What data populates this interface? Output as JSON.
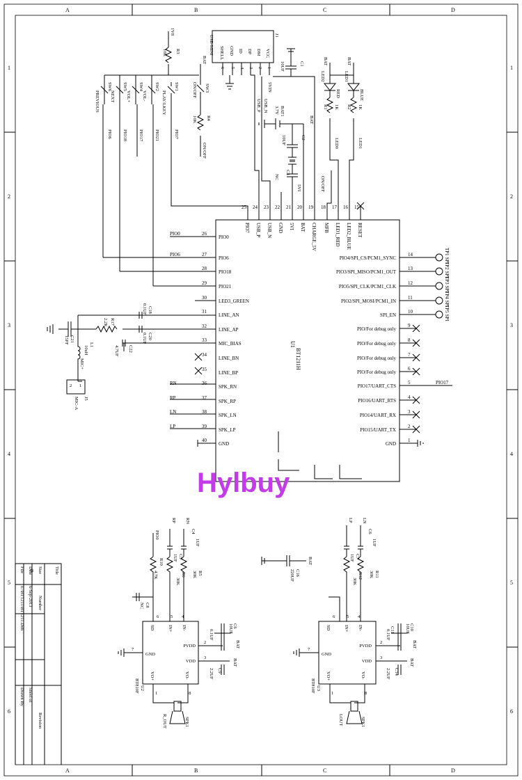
{
  "border": {
    "cols": [
      "A",
      "B",
      "C",
      "D"
    ],
    "rows": [
      "1",
      "2",
      "3",
      "4",
      "5",
      "6"
    ]
  },
  "chip": {
    "name": "BT1211H",
    "ref": "U1",
    "top_pins": [
      {
        "num": "25",
        "label": "PIO7"
      },
      {
        "num": "24",
        "label": "USB_P"
      },
      {
        "num": "23",
        "label": "USB_N"
      },
      {
        "num": "22",
        "label": "GND"
      },
      {
        "num": "21",
        "label": "5VI"
      },
      {
        "num": "20",
        "label": "BAT"
      },
      {
        "num": "19",
        "label": "CHARGE_5V"
      },
      {
        "num": "18",
        "label": "MFB"
      },
      {
        "num": "17",
        "label": "LED1_RED"
      },
      {
        "num": "16",
        "label": "LED2_BLUE"
      },
      {
        "num": "15",
        "label": "RESET"
      }
    ],
    "left_pins": [
      {
        "num": "26",
        "label": "PIO0",
        "net": "PIO0"
      },
      {
        "num": "27",
        "label": "PIO6",
        "net": "PIO6"
      },
      {
        "num": "28",
        "label": "PIO18",
        "net": ""
      },
      {
        "num": "29",
        "label": "PIO21",
        "net": ""
      },
      {
        "num": "30",
        "label": "LED3_GREEN",
        "net": ""
      },
      {
        "num": "31",
        "label": "LINE_AN",
        "net": ""
      },
      {
        "num": "32",
        "label": "LINE_AP",
        "net": ""
      },
      {
        "num": "33",
        "label": "MIC_BIAS",
        "net": ""
      },
      {
        "num": "34",
        "label": "LINE_BN",
        "net": ""
      },
      {
        "num": "35",
        "label": "LINE_BP",
        "net": ""
      },
      {
        "num": "36",
        "label": "SPK_RN",
        "net": "RN"
      },
      {
        "num": "37",
        "label": "SPK_RP",
        "net": "RP"
      },
      {
        "num": "38",
        "label": "SPK_LN",
        "net": "LN"
      },
      {
        "num": "39",
        "label": "SPK_LP",
        "net": "LP"
      },
      {
        "num": "40",
        "label": "GND",
        "net": ""
      }
    ],
    "right_pins": [
      {
        "num": "14",
        "label": "PIO4/SPI_CS/PCM1_SYNC",
        "tp": "TP1 SPI"
      },
      {
        "num": "13",
        "label": "PIO3/SPI_MISO/PCM1_OUT",
        "tp": "TP2 SPI"
      },
      {
        "num": "12",
        "label": "PIO5/SPI_CLK/PCM1_CLK",
        "tp": "TP3 SPI"
      },
      {
        "num": "11",
        "label": "PIO2/SPI_MOSI/PCM1_IN",
        "tp": "TP4 SPI"
      },
      {
        "num": "10",
        "label": "SPI_EN",
        "tp": "TP5 SPI"
      },
      {
        "num": "9",
        "label": "PIO/For debug only",
        "tp": ""
      },
      {
        "num": "8",
        "label": "PIO/For debug only",
        "tp": ""
      },
      {
        "num": "7",
        "label": "PIO/For debug only",
        "tp": ""
      },
      {
        "num": "6",
        "label": "PIO/For debug only",
        "tp": ""
      },
      {
        "num": "5",
        "label": "PIO17/UART_CTS",
        "tp": "PIO17"
      },
      {
        "num": "4",
        "label": "PIO16/UART_RTS",
        "tp": ""
      },
      {
        "num": "3",
        "label": "PIO14/UART_RX",
        "tp": ""
      },
      {
        "num": "2",
        "label": "PIO15/UART_TX",
        "tp": ""
      },
      {
        "num": "1",
        "label": "GND",
        "tp": ""
      }
    ]
  },
  "top": {
    "usb": {
      "ref": "J1",
      "name": "USB-MINI",
      "pins": [
        "VCC",
        "DM",
        "DP",
        "ID",
        "GND",
        "SHELL"
      ],
      "nums": [
        "1",
        "2",
        "3",
        "4",
        "5",
        "6"
      ]
    },
    "cap_c1": {
      "ref": "C1",
      "val": "10UF"
    },
    "v18": "1V8",
    "bat": "BAT",
    "r3": {
      "ref": "R3",
      "val": "10K"
    },
    "r4": {
      "ref": "R4",
      "val": "10K"
    },
    "switches": [
      {
        "ref": "SW6",
        "label": "PREVIOUS",
        "net": "PIO6"
      },
      {
        "ref": "SW5",
        "label": "NEXT",
        "net": "PIO18"
      },
      {
        "ref": "SW4",
        "label": "VOL+",
        "net": "PIO17"
      },
      {
        "ref": "SW2",
        "label": "VOL-",
        "net": "PIO21"
      },
      {
        "ref": "SW1",
        "label": "PLAY/LKEY",
        "net": "PIO7"
      },
      {
        "ref": "SW3",
        "label": "ON/OFF",
        "net": "ON/OFF"
      }
    ],
    "net_5vin": "5VIN",
    "usb_n": "USB_N",
    "usb_p": "USB_P",
    "bat1": {
      "ref": "BAT1",
      "val": "3.7V"
    },
    "c2": {
      "ref": "C2",
      "val": "10UF"
    },
    "c3": {
      "ref": "C3",
      "val": "NC"
    },
    "net_5vi": "5VI",
    "on_off": "ON/OFF",
    "leds": [
      {
        "ref": "LED2",
        "color": "RED",
        "r": "R1",
        "rval": "1K",
        "net": "LED0"
      },
      {
        "ref": "LED1",
        "color": "BLUE",
        "r": "R2",
        "rval": "1K",
        "net": "LED1"
      }
    ]
  },
  "mic": {
    "c18": {
      "ref": "C18",
      "val": "0.1UF"
    },
    "r17": {
      "ref": "R17",
      "val": "2.2K"
    },
    "c20": {
      "ref": "C20",
      "val": "0.1UF"
    },
    "c22": {
      "ref": "C22",
      "val": "4.7UF"
    },
    "c21": {
      "ref": "C21",
      "val": "15PF"
    },
    "l1": {
      "ref": "L1",
      "val": "10uH"
    },
    "j5": {
      "ref": "J5",
      "name": "MIC-A",
      "net": "MIC+"
    }
  },
  "amp_left": {
    "ref": "U2",
    "name": "BT810F",
    "nets": {
      "rp": "RP",
      "rn": "RN",
      "pio0": "PIO0",
      "bat": "BAT"
    },
    "c4": {
      "ref": "C4",
      "val": "1UF"
    },
    "c5": {
      "ref": "C5",
      "val": "1UF"
    },
    "r10": {
      "ref": "R10",
      "val": "4.7K"
    },
    "r6": {
      "ref": "R6",
      "val": "30K"
    },
    "r5": {
      "ref": "R5",
      "val": "30K"
    },
    "c8": {
      "ref": "C8",
      "val": "NC"
    },
    "c6": {
      "ref": "C6",
      "val": "10UF"
    },
    "c9_top": {
      "ref": "C?",
      "val": "0.1UF"
    },
    "c9": {
      "ref": "C9",
      "val": "2.2UF"
    },
    "pins": {
      "sd": "SD",
      "inp": "IN+",
      "inn": "IN-",
      "pvdd": "PVDD",
      "vdd": "VDD",
      "gnd": "GND",
      "vop": "VO+",
      "von": "VO-"
    },
    "pin_nums": {
      "sd": "6",
      "inp": "5",
      "inn": "4",
      "pvdd": "2",
      "vdd": "3",
      "gnd": "7",
      "vop": "1",
      "von": "8"
    },
    "spk": {
      "ref": "SPK1",
      "net": "R_OUT"
    }
  },
  "amp_right": {
    "ref": "U3",
    "name": "BT810F",
    "nets": {
      "lp": "LP",
      "ln": "LN",
      "bat": "BAT"
    },
    "c7": {
      "ref": "C7",
      "val": "1UF"
    },
    "c6": {
      "ref": "C6",
      "val": "1UF"
    },
    "r12": {
      "ref": "R12",
      "val": "30K"
    },
    "r11": {
      "ref": "R11",
      "val": "30K"
    },
    "c10": {
      "ref": "C10",
      "val": "10UF"
    },
    "c11": {
      "ref": "C11",
      "val": "0.1UF"
    },
    "c14": {
      "ref": "C14",
      "val": "2.2UF"
    },
    "pins": {
      "sd": "SD",
      "inp": "IN+",
      "inn": "IN-",
      "pvdd": "PVDD",
      "vdd": "VDD",
      "gnd": "GND",
      "vop": "VO+",
      "von": "VO-"
    },
    "pin_nums": {
      "sd": "6",
      "inp": "5",
      "inn": "4",
      "pvdd": "2",
      "vdd": "3",
      "gnd": "7",
      "vop": "1",
      "von": "8"
    },
    "spk": {
      "ref": "SPK1",
      "net": "LOUT"
    }
  },
  "c16": {
    "ref": "C16",
    "val": "220UF",
    "net": "BAT"
  },
  "title_block": {
    "title": "Title",
    "size_label": "Size",
    "size_val": "B",
    "number_label": "Number",
    "revision_label": "Revision",
    "date_label": "Date",
    "date_val": "6-Sep-2013",
    "file_label": "File",
    "file_val": "E:\\BT1211\\BT1211.Ddb",
    "sheet_label": "Sheet of",
    "drawn_label": "Drawn By"
  },
  "watermark": "Hylbuy"
}
